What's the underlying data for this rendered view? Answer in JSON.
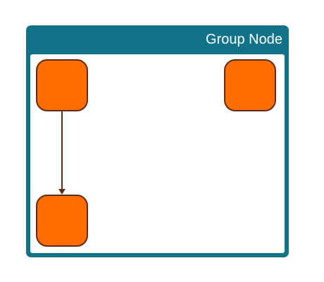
{
  "group": {
    "title": "Group Node"
  },
  "colors": {
    "group_fill": "#117387",
    "node_fill": "#ff6d00",
    "node_stroke": "#5a2d14",
    "edge": "#5a2d14"
  },
  "nodes": [
    {
      "id": "node-top-left"
    },
    {
      "id": "node-top-right"
    },
    {
      "id": "node-bottom-left"
    }
  ],
  "edges": [
    {
      "from": "node-top-left",
      "to": "node-bottom-left"
    }
  ]
}
